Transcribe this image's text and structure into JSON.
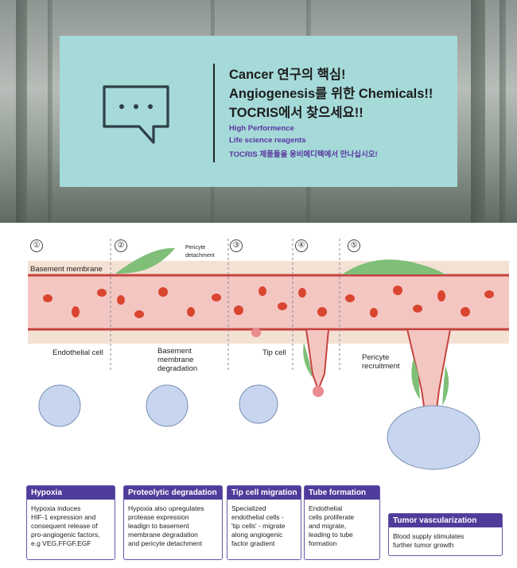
{
  "banner": {
    "headline_line1": "Cancer 연구의 핵심!",
    "headline_line2": "Angiogenesis를 위한 Chemicals!!",
    "headline_line3": "TOCRIS에서 찾으세요!!",
    "sub_line1": "High Performence",
    "sub_line2": "Life science reagents",
    "sub_line3": "TOCRIS 제품들을 웅비메디텍에서 만나십시오!",
    "icon": "speech-bubble-icon"
  },
  "diagram": {
    "step_numbers": [
      "①",
      "②",
      "③",
      "④",
      "⑤"
    ],
    "labels": {
      "basement_membrane": "Basement membrane",
      "pericyte_detachment_line1": "Pericyte",
      "pericyte_detachment_line2": "detachment",
      "endothelial_cell": "Endothelial cell",
      "bm_degradation_line1": "Basement",
      "bm_degradation_line2": "membrane",
      "bm_degradation_line3": "degradation",
      "tip_cell": "Tip cell",
      "pericyte_recruitment_line1": "Pericyte",
      "pericyte_recruitment_line2": "recruitment"
    },
    "colors": {
      "vessel": "#f4c6c2",
      "rbc": "#d9452f",
      "pericyte": "#7fbf78",
      "card_header": "#4f3c9a",
      "tumor_cell": "#c7d6ee"
    }
  },
  "cards": [
    {
      "title": "Hypoxia",
      "lines": [
        "Hypoxia induces",
        "HIF-1 expression and",
        "consequent release of",
        "pro-angiogenic factors,",
        "e.g VEG,FFGF,EGF"
      ]
    },
    {
      "title": "Proteolytic degradation",
      "lines": [
        "Hypoxia also upregulates",
        "protease expression",
        "leadign to basement",
        "membrane degradation",
        "and pericyte detachment"
      ]
    },
    {
      "title": "Tip cell migration",
      "lines": [
        "Specialized",
        "endothelial cells -",
        "'tip cells' - migrate",
        "along angiogenic",
        "factor gradient"
      ]
    },
    {
      "title": "Tube formation",
      "lines": [
        "Endothelial",
        "cells proliferate",
        "and migrate,",
        "leading to tube",
        "formation"
      ]
    },
    {
      "title": "Tumor vascularization",
      "lines": [
        "Blood supply stimulates",
        "further tumor growth"
      ]
    }
  ]
}
